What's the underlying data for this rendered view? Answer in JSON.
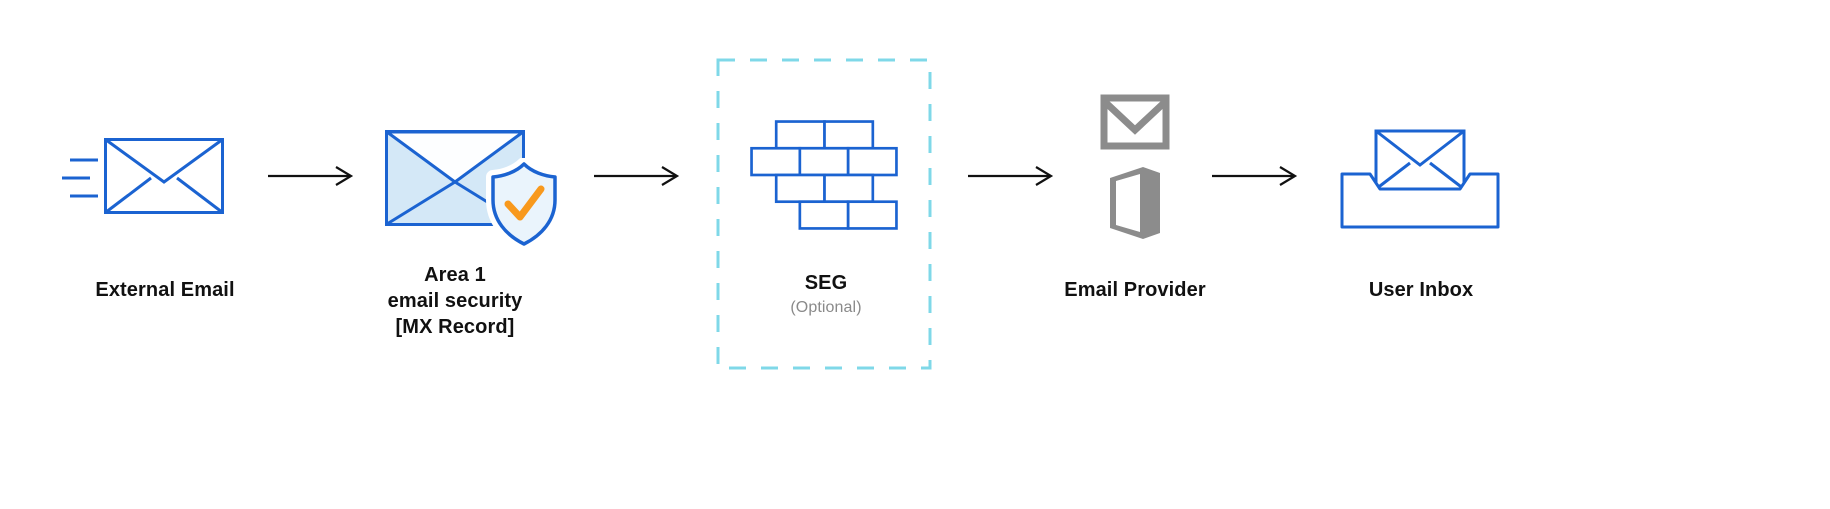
{
  "diagram": {
    "background": "#ffffff",
    "colors": {
      "primary_blue": "#1b63d1",
      "light_blue_fill": "#d4e8f7",
      "shield_fill": "#eaf4fc",
      "check_orange": "#f8991d",
      "dashed_cyan": "#7fd8e8",
      "provider_gray": "#8c8c8c",
      "arrow_black": "#111111",
      "label_text": "#111111",
      "muted_text": "#8a8a8a"
    },
    "nodes": [
      {
        "id": "external-email",
        "label": "External Email",
        "icon": "envelope-speed-lines-icon"
      },
      {
        "id": "area1-email-security",
        "label_lines": [
          "Area 1",
          "email security",
          "[MX Record]"
        ],
        "icon": "envelope-shield-check-icon"
      },
      {
        "id": "seg",
        "label": "SEG",
        "sublabel": "(Optional)",
        "icon": "firewall-brick-wall-icon",
        "optional": true
      },
      {
        "id": "email-provider",
        "label": "Email Provider",
        "icons": [
          "gmail-icon",
          "office-icon"
        ]
      },
      {
        "id": "user-inbox",
        "label": "User Inbox",
        "icon": "inbox-tray-icon"
      }
    ],
    "arrows": [
      "external-email to area1-email-security",
      "area1-email-security to seg",
      "seg to email-provider",
      "email-provider to user-inbox"
    ]
  }
}
